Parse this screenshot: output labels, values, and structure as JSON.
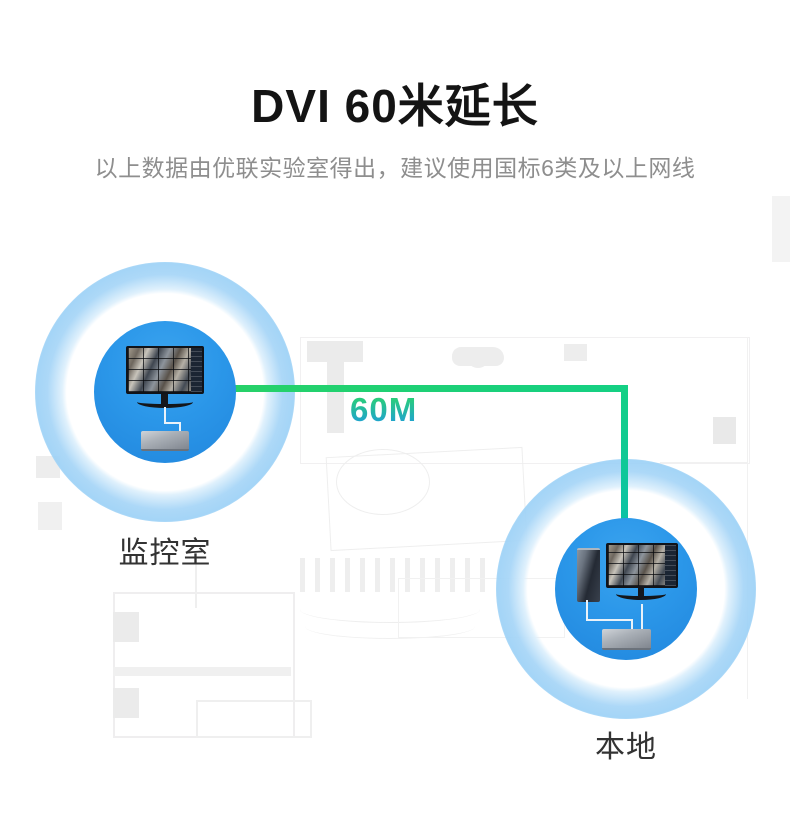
{
  "page": {
    "title": "DVI 60米延长",
    "subtitle": "以上数据由优联实验室得出，建议使用国标6类及以上网线"
  },
  "diagram": {
    "cable_length_label": "60M",
    "left_node": {
      "label": "监控室",
      "device": "monitor-with-extender"
    },
    "right_node": {
      "label": "本地",
      "device": "pc-tower-monitor-with-extender"
    },
    "colors": {
      "node_blue": "#2b97e9",
      "ripple_blue": "#9fd0f5",
      "cable_green": "#27d168",
      "cable_teal": "#0cc2a6",
      "length_label_gradient_top": "#2bd36e",
      "length_label_gradient_bottom": "#1e9be0",
      "title_color": "#141414",
      "subtitle_color": "#8e8e8e",
      "node_label_color": "#333333"
    }
  }
}
